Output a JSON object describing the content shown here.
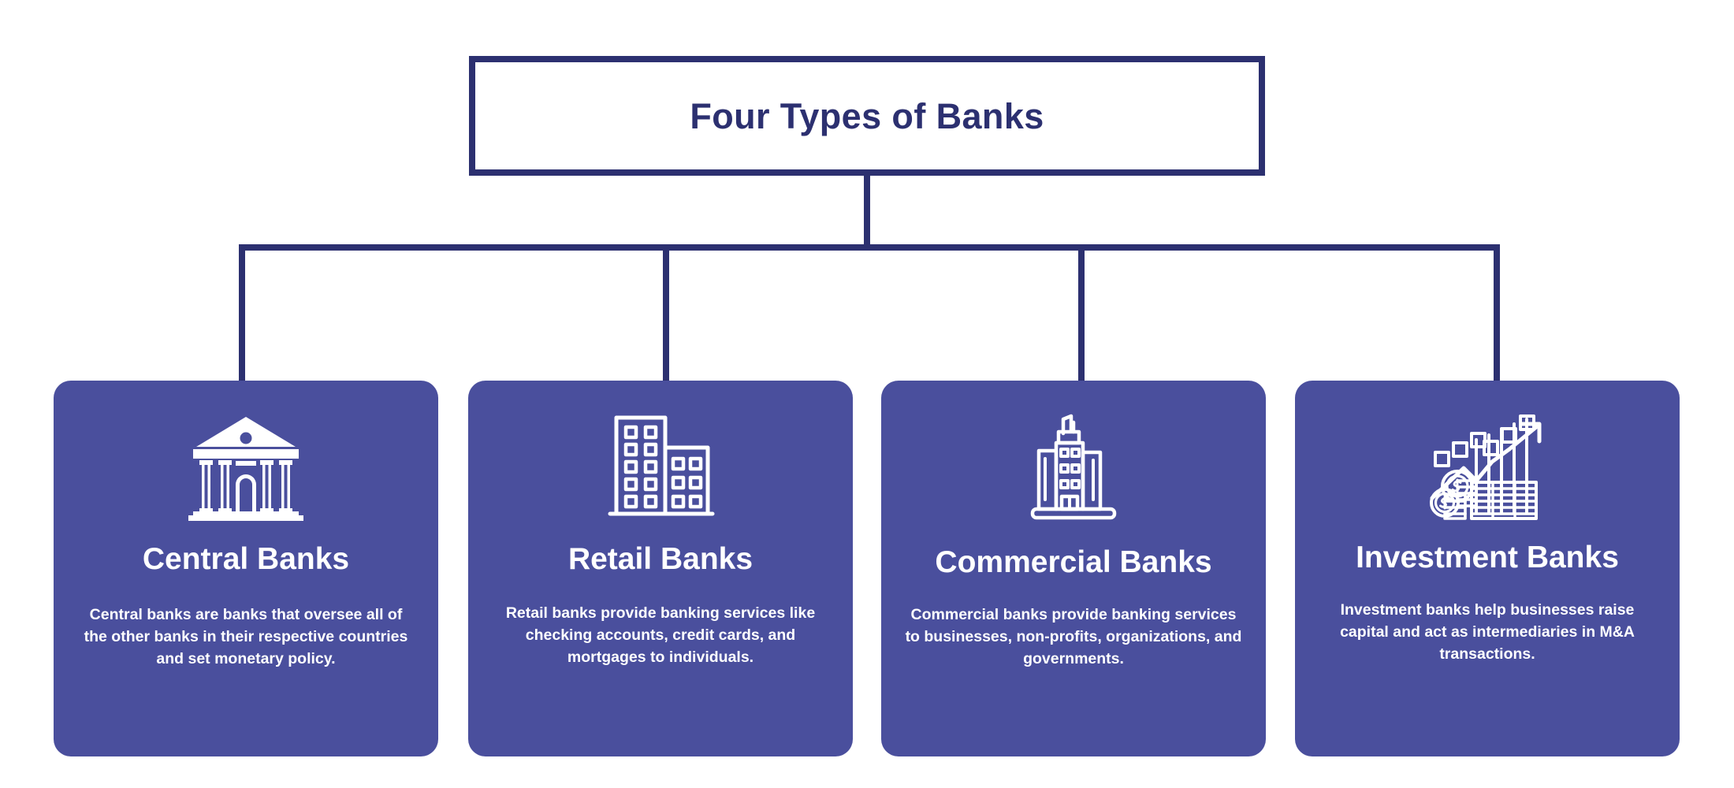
{
  "diagram": {
    "title": "Four Types of Banks",
    "colors": {
      "card_background": "#4a4f9d",
      "connector": "#2c3070",
      "title_text": "#2c3070",
      "card_text": "#ffffff",
      "page_background": "#ffffff"
    },
    "nodes": [
      {
        "icon": "bank-classical-building-icon",
        "title": "Central Banks",
        "description": "Central banks are banks that oversee all of the other banks in their respective countries and set monetary policy."
      },
      {
        "icon": "office-buildings-icon",
        "title": "Retail Banks",
        "description": "Retail banks provide banking services like checking accounts, credit cards, and mortgages to individuals."
      },
      {
        "icon": "skyscraper-icon",
        "title": "Commercial Banks",
        "description": "Commercial banks provide banking services to businesses, non-profits, organizations, and governments."
      },
      {
        "icon": "growth-chart-money-icon",
        "title": "Investment Banks",
        "description": "Investment banks help businesses raise capital and act as intermediaries in M&A transactions."
      }
    ]
  }
}
